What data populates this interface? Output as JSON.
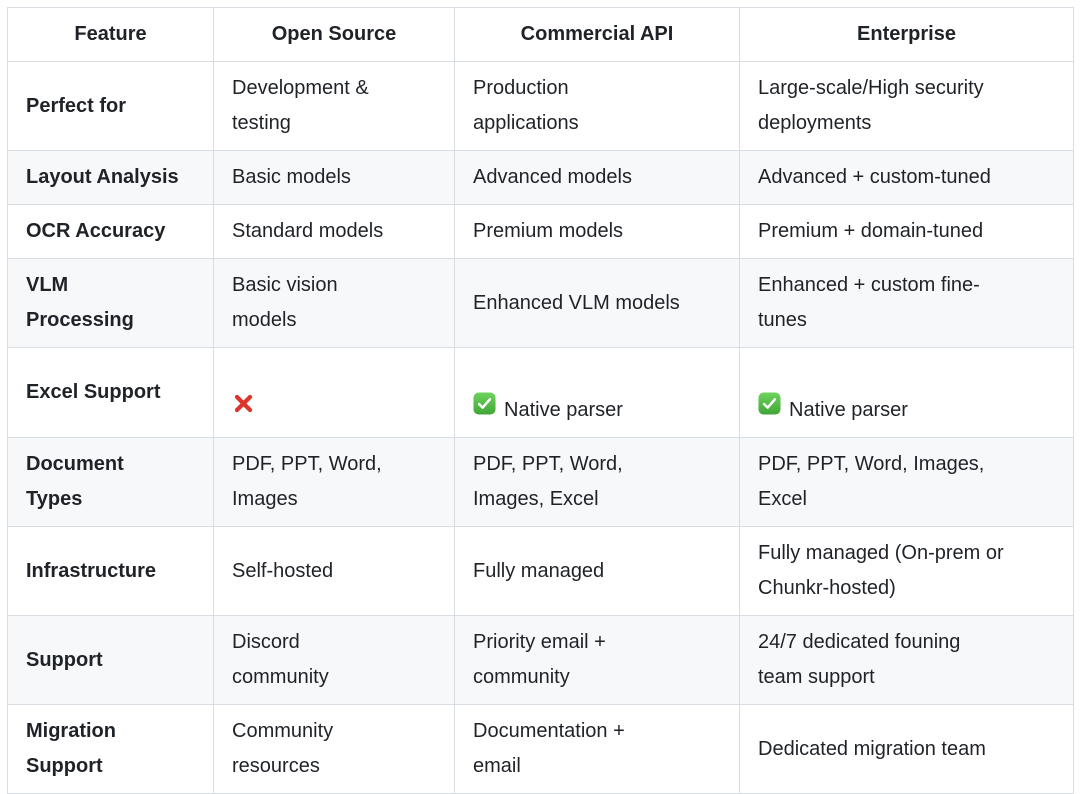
{
  "table": {
    "columns": [
      "Feature",
      "Open Source",
      "Commercial API",
      "Enterprise"
    ],
    "rows": [
      {
        "feature": "Perfect for",
        "cells": [
          "Development &\ntesting",
          "Production\napplications",
          "Large-scale/High security\ndeployments"
        ]
      },
      {
        "feature": "Layout Analysis",
        "cells": [
          "Basic models",
          "Advanced models",
          "Advanced + custom-tuned"
        ]
      },
      {
        "feature": "OCR Accuracy",
        "cells": [
          "Standard models",
          "Premium models",
          "Premium + domain-tuned"
        ]
      },
      {
        "feature": "VLM\nProcessing",
        "cells": [
          "Basic vision\nmodels",
          "Enhanced VLM models",
          "Enhanced + custom fine-\ntunes"
        ]
      },
      {
        "feature": "Excel Support",
        "cells": [
          "",
          "Native parser",
          "Native parser"
        ],
        "icons": [
          "cross-mark",
          "check-mark",
          "check-mark"
        ]
      },
      {
        "feature": "Document\nTypes",
        "cells": [
          "PDF, PPT, Word,\nImages",
          "PDF, PPT, Word,\nImages, Excel",
          "PDF, PPT, Word, Images,\nExcel"
        ]
      },
      {
        "feature": "Infrastructure",
        "cells": [
          "Self-hosted",
          "Fully managed",
          "Fully managed (On-prem or\nChunkr-hosted)"
        ]
      },
      {
        "feature": "Support",
        "cells": [
          "Discord\ncommunity",
          "Priority email +\ncommunity",
          "24/7 dedicated founing\nteam support"
        ]
      },
      {
        "feature": "Migration\nSupport",
        "cells": [
          "Community\nresources",
          "Documentation +\nemail",
          "Dedicated migration team"
        ]
      }
    ],
    "style": {
      "border_color": "#d8dde3",
      "stripe_color": "#f6f8fa",
      "text_color": "#1f2328",
      "cross_color": "#dd342b",
      "check_gradient_top": "#6fd35f",
      "check_gradient_bottom": "#3fa534",
      "check_mark_color": "#ffffff"
    }
  }
}
